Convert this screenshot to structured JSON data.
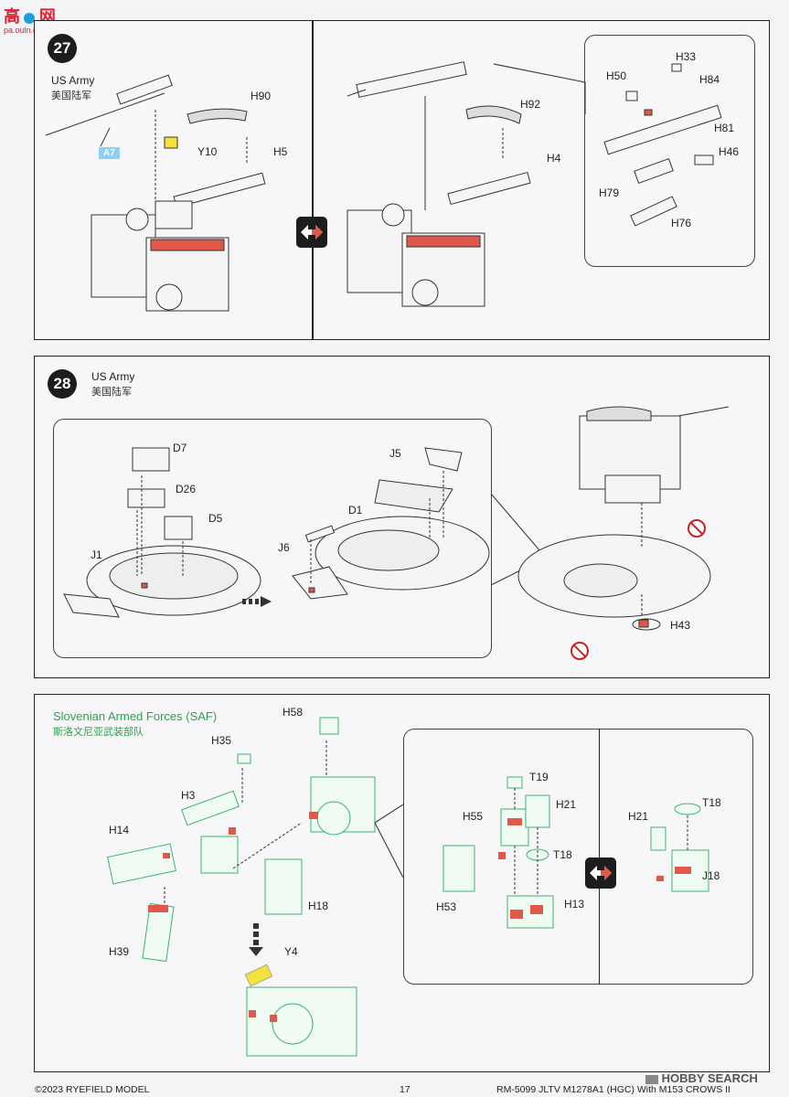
{
  "watermark_top": {
    "chars": [
      "高",
      "网"
    ],
    "url": "pa.ouln.com"
  },
  "step27": {
    "number": "27",
    "title": "US Army",
    "subtitle": "美国陆军",
    "tag": "A7",
    "left_parts": [
      "H90",
      "Y10",
      "H5"
    ],
    "right_parts": [
      "H92",
      "H4"
    ],
    "detail_parts": [
      "H33",
      "H50",
      "H84",
      "H81",
      "H46",
      "H79",
      "H76"
    ]
  },
  "step28": {
    "number": "28",
    "title": "US Army",
    "subtitle": "美国陆军",
    "parts": [
      "D7",
      "D26",
      "D5",
      "J1",
      "J5",
      "D1",
      "J6",
      "H43"
    ]
  },
  "step_saf": {
    "title": "Slovenian Armed Forces (SAF)",
    "subtitle": "斯洛文尼亚武装部队",
    "parts": [
      "H58",
      "H35",
      "H3",
      "H14",
      "H18",
      "H39",
      "Y4"
    ],
    "detail_left_parts": [
      "T19",
      "H55",
      "H21",
      "T18",
      "H53",
      "H13"
    ],
    "detail_right_parts": [
      "H21",
      "T18",
      "J18"
    ]
  },
  "footer": {
    "copyright": "©2023 RYEFIELD MODEL",
    "page": "17",
    "product": "RM-5099 JLTV M1278A1 (HGC) With M153 CROWS II",
    "watermark": "HOBBY SEARCH"
  },
  "colors": {
    "accent_red": "#e0584a",
    "parts_green": "#3cb371",
    "highlight_yellow": "#f2e23a",
    "panel_border": "#222222"
  }
}
